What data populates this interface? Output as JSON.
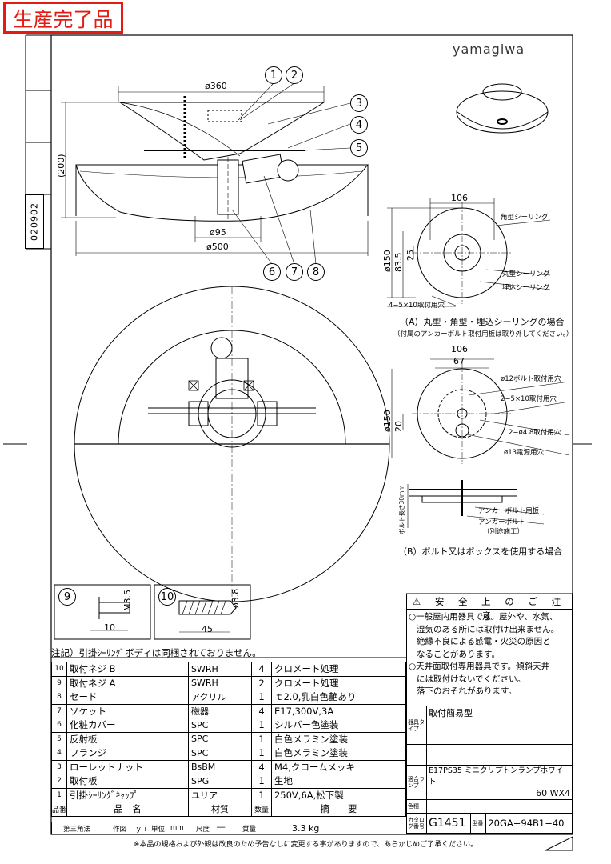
{
  "stamp": "生産完了品",
  "brand": "yamagiwa",
  "doc_id": "020902",
  "dims": {
    "d360": "ø360",
    "d200": "(200)",
    "d95": "ø95",
    "d500": "ø500",
    "a_106": "106",
    "a_d150": "ø150",
    "a_835": "83.5",
    "a_25": "25",
    "b_106": "106",
    "b_67": "67",
    "b_d150": "ø150",
    "b_20": "20",
    "m35": "M3.5",
    "len10": "10",
    "d38": "ø3.8",
    "len45": "45"
  },
  "callouts": [
    "1",
    "2",
    "3",
    "4",
    "5",
    "6",
    "7",
    "8"
  ],
  "figure_a": {
    "kakugata": "角型シーリング",
    "marugata": "丸型シーリング",
    "umekomi": "埋込シーリング",
    "holes": "4−5×10取付用穴",
    "caption": "（A）丸型・角型・埋込シーリングの場合",
    "note": "（付属のアンカーボルト取付用板は取り外してください。）"
  },
  "figure_b": {
    "bolt12": "ø12ボルト取付用穴",
    "holes_2_5x10": "2−5×10取付用穴",
    "holes_2_48": "2−ø4.8取付用穴",
    "d13": "ø13電源用穴",
    "anchor_plate": "アンカーボルト用板",
    "anchor_bolt": "アンカーボルト",
    "anchor_sep": "（別途施工）",
    "bolt_len": "ボルト長さ30mm",
    "caption": "（B）ボルト又はボックスを使用する場合"
  },
  "detail_labels": [
    "9",
    "10"
  ],
  "note": "注記）引掛ｼｰﾘﾝｸﾞボディは同梱されておりません。",
  "parts": [
    {
      "no": "10",
      "name": "取付ネジ B",
      "mat": "SWRH",
      "qty": "4",
      "desc": "クロメート処理"
    },
    {
      "no": "9",
      "name": "取付ネジ A",
      "mat": "SWRH",
      "qty": "2",
      "desc": "クロメート処理"
    },
    {
      "no": "8",
      "name": "セード",
      "mat": "アクリル",
      "qty": "1",
      "desc": "ｔ2.0,乳白色艶あり"
    },
    {
      "no": "7",
      "name": "ソケット",
      "mat": "磁器",
      "qty": "4",
      "desc": "E17,300V,3A"
    },
    {
      "no": "6",
      "name": "化粧カバー",
      "mat": "SPC",
      "qty": "1",
      "desc": "シルバー色塗装"
    },
    {
      "no": "5",
      "name": "反射板",
      "mat": "SPC",
      "qty": "1",
      "desc": "白色メラミン塗装"
    },
    {
      "no": "4",
      "name": "フランジ",
      "mat": "SPC",
      "qty": "1",
      "desc": "白色メラミン塗装"
    },
    {
      "no": "3",
      "name": "ローレットナット",
      "mat": "BsBM",
      "qty": "4",
      "desc": "M4,クロームメッキ"
    },
    {
      "no": "2",
      "name": "取付板",
      "mat": "SPG",
      "qty": "1",
      "desc": "生地"
    },
    {
      "no": "1",
      "name": "引掛ｼｰﾘﾝｸﾞｷｬｯﾌﾟ",
      "mat": "ユリア",
      "qty": "1",
      "desc": "250V,6A,松下製"
    }
  ],
  "parts_header": {
    "no": "品番",
    "name": "品　名",
    "mat": "材質",
    "qty": "数量",
    "desc": "摘　　要"
  },
  "safety": {
    "title": "安 全 上 の ご 注 意",
    "lines": [
      "○一般屋内用器具です。屋外や、水気、",
      "湿気のある所には取付け出来ません。",
      "絶縁不良による感電・火災の原因と",
      "なることがあります。",
      "○天井面取付専用器具です。傾斜天井",
      "には取付けないでください。",
      "落下のおそれがあります。"
    ]
  },
  "info": {
    "type_k": "器具タイプ",
    "type_v": "取付簡易型",
    "lamp_k": "適合ランプ",
    "lamp_v1": "E17PS35  ミニクリプトンランプホワイト",
    "lamp_v2": "60 WX4",
    "color_k": "色種",
    "catalog_k": "カタログ番号",
    "catalog_v": "G1451",
    "model_k": "型番",
    "model_v": "20GA−94B1−40"
  },
  "bottom": {
    "angle": "第三角法",
    "drawn": "作図",
    "drawn_v": "ｙｉ",
    "unit": "単位",
    "unit_v": "mm",
    "scale": "尺度",
    "scale_v": "──",
    "weight": "質量",
    "weight_v": "3.3 kg"
  },
  "footer": "※本品の規格および外観は改良のため予告なしに変更する事がありますので、あらかじめご了承ください。"
}
